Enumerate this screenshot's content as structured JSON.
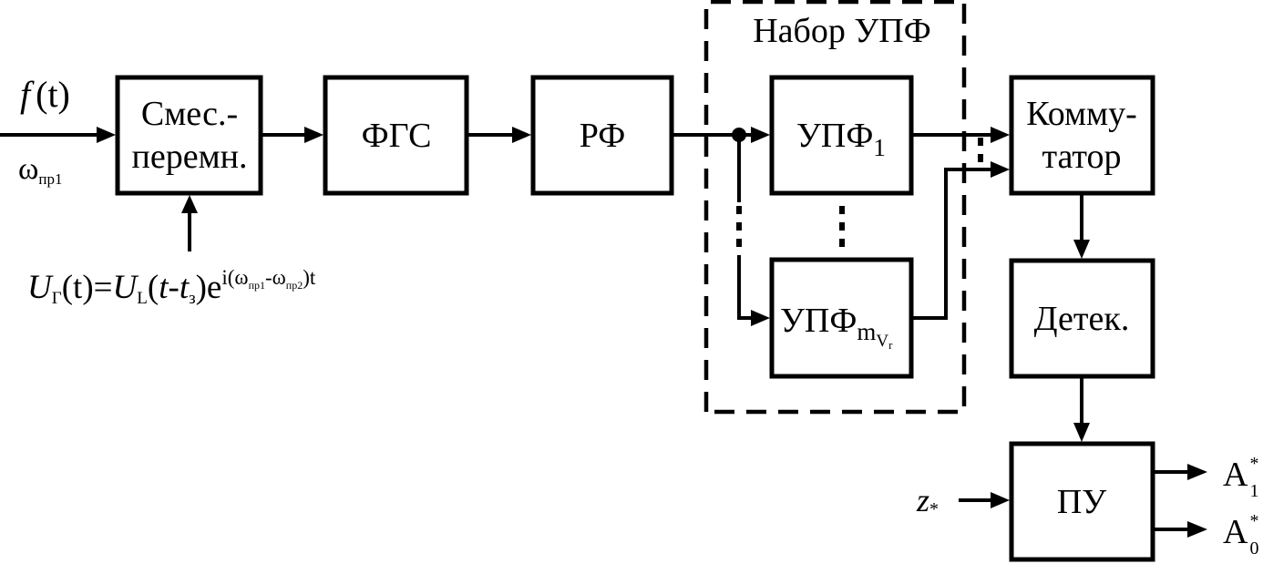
{
  "input": {
    "signal": "f",
    "signal_arg": "(t)",
    "freq_symbol": "ω",
    "freq_sub": "пр1"
  },
  "heterodyne": {
    "u_symbol": "U",
    "u_sub": "Г",
    "t_arg": "(t)",
    "eq": "=",
    "ul_symbol": "U",
    "ul_sub": "L",
    "paren_open": "(",
    "t1": "t",
    "minus": "-",
    "t2": "t",
    "t2_sub": "з",
    "paren_close": ")e",
    "exp_i": "i(ω",
    "exp_sub1": "пр1",
    "exp_mid": "-ω",
    "exp_sub2": "пр2",
    "exp_end": ")t"
  },
  "blocks": {
    "mixer_line1": "Смес.-",
    "mixer_line2": "перемн.",
    "fgs": "ФГС",
    "rf": "РФ",
    "upf1_base": "УПФ",
    "upf1_sub": "1",
    "upfm_base": "УПФ",
    "upfm_sub": "m",
    "upfm_subsub_v": "V",
    "upfm_subsub_r": "r",
    "switch_line1": "Комму-",
    "switch_line2": "татор",
    "detector": "Детек.",
    "decision": "ПУ"
  },
  "group": {
    "label": "Набор УПФ"
  },
  "threshold": {
    "symbol": "z",
    "sub": "*"
  },
  "outputs": {
    "a1_symbol": "A",
    "a1_sup": "*",
    "a1_sub": "1",
    "a0_symbol": "A",
    "a0_sup": "*",
    "a0_sub": "0"
  }
}
